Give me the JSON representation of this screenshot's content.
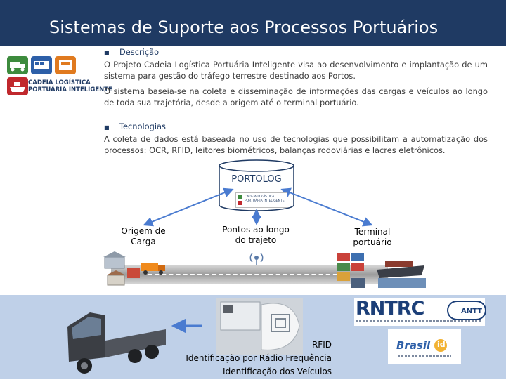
{
  "header": {
    "title": "Sistemas de Suporte aos Processos Portuários"
  },
  "logo": {
    "line1": "CADEIA LOGÍSTICA",
    "line2": "PORTUÁRIA INTELIGENTE",
    "colors": {
      "green": "#3d8b3d",
      "blue": "#2d5fa8",
      "orange": "#e07a1f",
      "red": "#c0282d"
    }
  },
  "sections": [
    {
      "heading": "Descrição",
      "paragraphs": [
        "O Projeto Cadeia Logística Portuária Inteligente visa ao desenvolvimento e implantação de um sistema para gestão do tráfego terrestre destinado aos Portos.",
        "O sistema baseia-se na coleta e disseminação de informações das cargas e veículos ao longo de toda sua trajetória, desde a origem até o terminal portuário."
      ]
    },
    {
      "heading": "Tecnologias",
      "paragraphs": [
        "A coleta de dados está baseada no uso de tecnologias que possibilitam a automatização dos processos: OCR, RFID, leitores biométricos, balanças rodoviárias e lacres eletrônicos."
      ]
    }
  ],
  "diagram": {
    "database": {
      "label": "PORTOLOG",
      "logo_line1": "CADEIA LOGÍSTICA",
      "logo_line2": "PORTUÁRIA INTELIGENTE"
    },
    "nodes": {
      "origin": {
        "line1": "Origem de",
        "line2": "Carga"
      },
      "midpoints": {
        "line1": "Pontos ao longo",
        "line2": "do trajeto"
      },
      "terminal": {
        "line1": "Terminal",
        "line2": "portuário"
      }
    },
    "rfid": {
      "title": "RFID",
      "line1": "Identificação por Rádio Frequência",
      "line2": "Identificação dos Veículos"
    },
    "badges": {
      "rntrc": "RNTRC",
      "antt": "ANTT",
      "brasil_id": "Brasil",
      "brasil_id_suffix": "id"
    },
    "arrow_color": "#4a7bd0"
  }
}
